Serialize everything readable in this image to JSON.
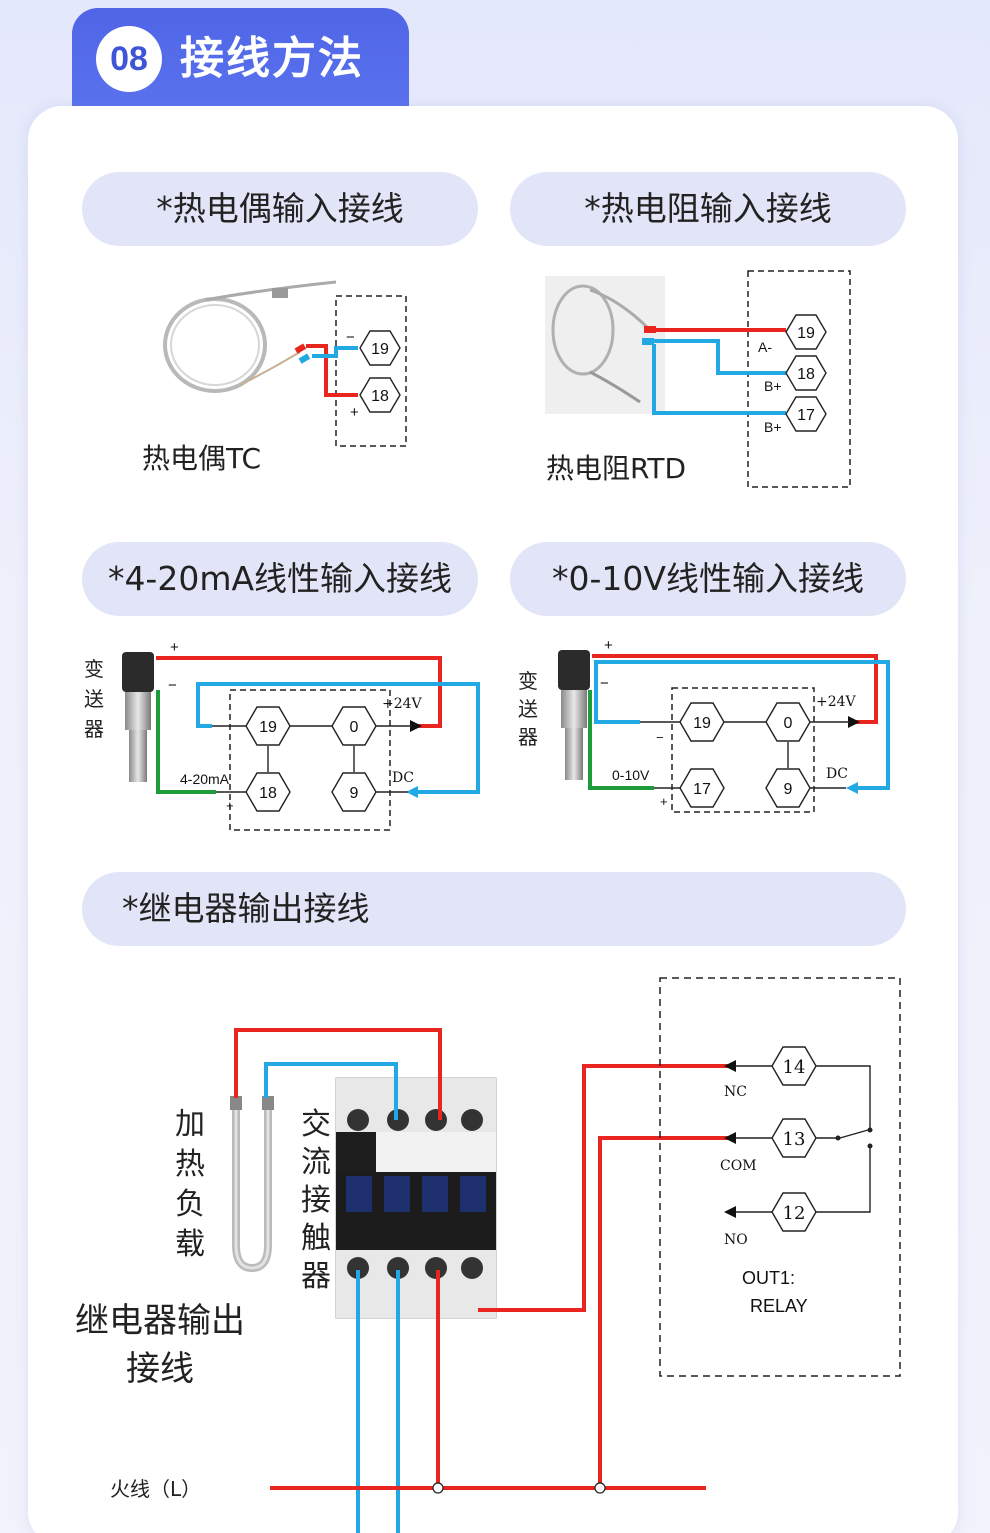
{
  "header": {
    "number": "08",
    "title": "接线方法"
  },
  "sections": {
    "tc": {
      "title": "*热电偶输入接线",
      "caption": "热电偶TC",
      "terminals": [
        "19",
        "18"
      ],
      "minus": "−",
      "plus": "+"
    },
    "rtd": {
      "title": "*热电阻输入接线",
      "caption": "热电阻RTD",
      "terminals": [
        "19",
        "18",
        "17"
      ],
      "labels": [
        "A-",
        "B+",
        "B+"
      ]
    },
    "ma": {
      "title": "*4-20mA线性输入接线",
      "device": [
        "变",
        "送",
        "器"
      ],
      "terminals": [
        "19",
        "0",
        "18",
        "9"
      ],
      "signal": "4-20mA",
      "power": "+24V",
      "dc": "DC",
      "plus": "+",
      "minus": "−"
    },
    "v": {
      "title": "*0-10V线性输入接线",
      "device": [
        "变",
        "送",
        "器"
      ],
      "terminals": [
        "19",
        "0",
        "17",
        "9"
      ],
      "signal": "0-10V",
      "power": "+24V",
      "dc": "DC",
      "plus": "+",
      "minus": "−"
    },
    "relay": {
      "title": "*继电器输出接线",
      "load": [
        "加",
        "热",
        "负",
        "载"
      ],
      "contactor": [
        "交",
        "流",
        "接",
        "触",
        "器"
      ],
      "caption_line1": "继电器输出",
      "caption_line2": "接线",
      "terminals": [
        "14",
        "13",
        "12"
      ],
      "contacts": [
        "NC",
        "COM",
        "NO"
      ],
      "out_line1": "OUT1:",
      "out_line2": "RELAY",
      "live_wire": "火线（L）"
    }
  },
  "colors": {
    "red": "#e8261f",
    "blue": "#22a8e2",
    "green": "#1f9b3c",
    "accent": "#4f65e6"
  }
}
